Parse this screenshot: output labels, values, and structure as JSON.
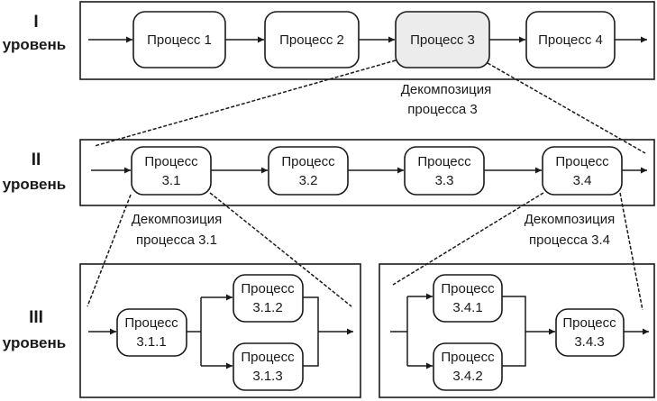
{
  "levels": [
    {
      "number": "I",
      "label": "уровень"
    },
    {
      "number": "II",
      "label": "уровень"
    },
    {
      "number": "III",
      "label": "уровень"
    }
  ],
  "level1": {
    "processes": [
      {
        "line1": "Процесс 1",
        "line2": ""
      },
      {
        "line1": "Процесс 2",
        "line2": ""
      },
      {
        "line1": "Процесс 3",
        "line2": ""
      },
      {
        "line1": "Процесс 4",
        "line2": ""
      }
    ],
    "decomposition": {
      "line1": "Декомпозиция",
      "line2": "процесса 3"
    }
  },
  "level2": {
    "processes": [
      {
        "line1": "Процесс",
        "line2": "3.1"
      },
      {
        "line1": "Процесс",
        "line2": "3.2"
      },
      {
        "line1": "Процесс",
        "line2": "3.3"
      },
      {
        "line1": "Процесс",
        "line2": "3.4"
      }
    ],
    "decomposition_left": {
      "line1": "Декомпозиция",
      "line2": "процесса 3.1"
    },
    "decomposition_right": {
      "line1": "Декомпозиция",
      "line2": "процесса 3.4"
    }
  },
  "level3_left": {
    "processes": [
      {
        "line1": "Процесс",
        "line2": "3.1.1"
      },
      {
        "line1": "Процесс",
        "line2": "3.1.2"
      },
      {
        "line1": "Процесс",
        "line2": "3.1.3"
      }
    ]
  },
  "level3_right": {
    "processes": [
      {
        "line1": "Процесс",
        "line2": "3.4.1"
      },
      {
        "line1": "Процесс",
        "line2": "3.4.2"
      },
      {
        "line1": "Процесс",
        "line2": "3.4.3"
      }
    ]
  }
}
